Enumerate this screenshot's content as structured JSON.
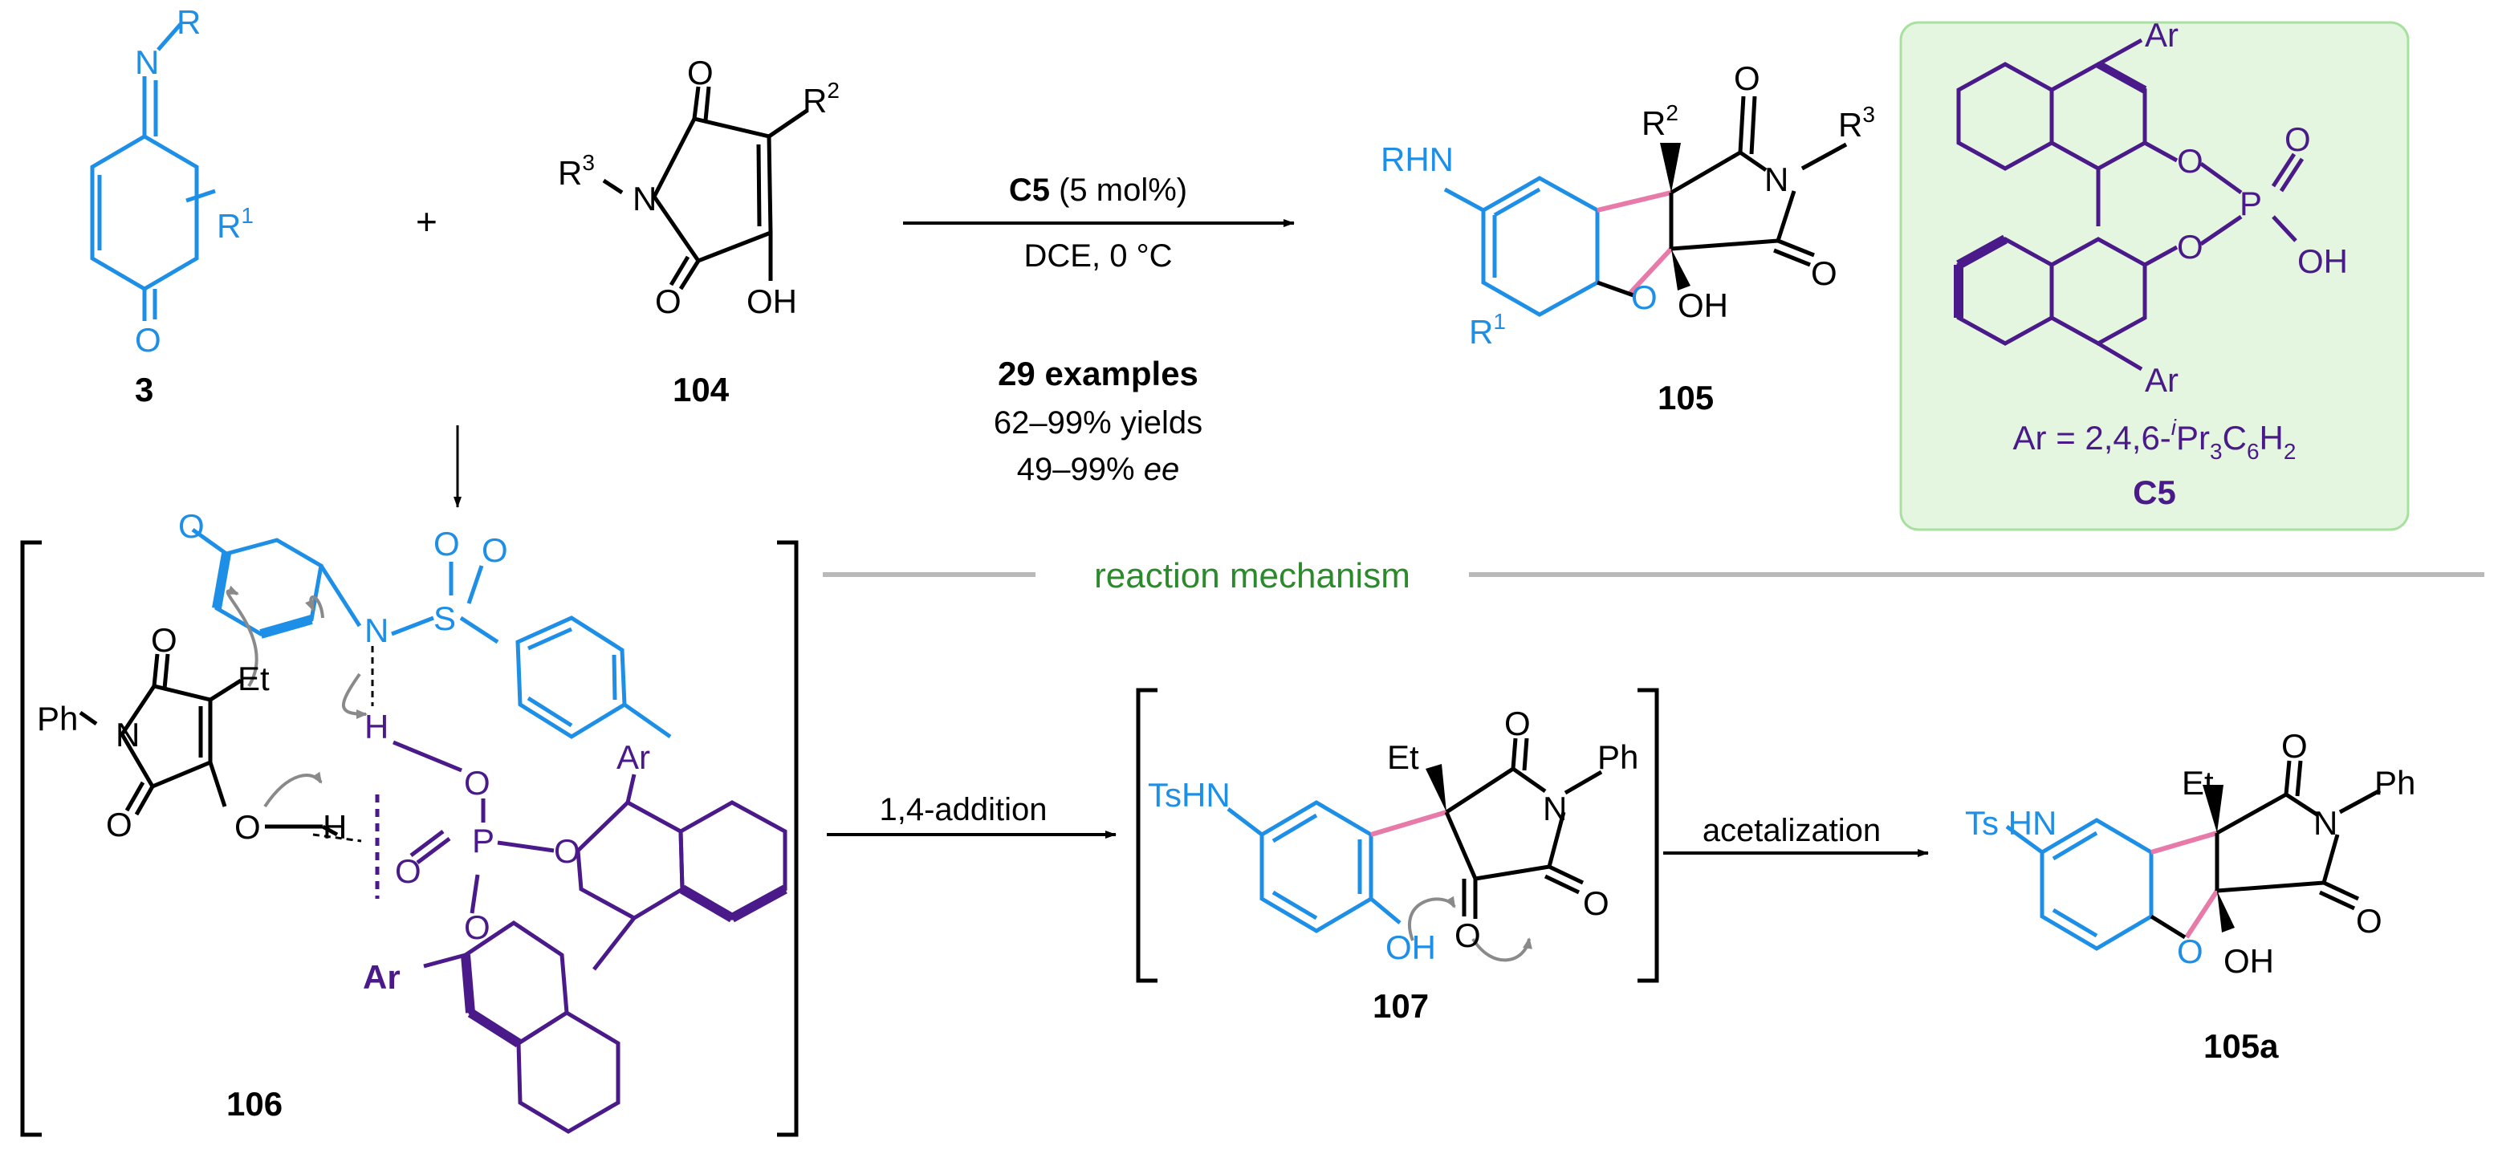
{
  "colors": {
    "black": "#000000",
    "blue": "#1e8fe6",
    "purple": "#4b1a8a",
    "pink": "#e87aaa",
    "green": "#2b8a2b",
    "gray": "#8a8a8a",
    "catalyst_box_fill": "#e4f6df",
    "catalyst_box_stroke": "#a8e0a0",
    "divider": "#b9b9b9"
  },
  "compound_3": {
    "label": "3",
    "imine_R": "R",
    "imine_N": "N",
    "oxygen": "O",
    "substituent": "R",
    "substituent_sup": "1"
  },
  "plus": "+",
  "compound_104": {
    "label": "104",
    "n_sub": "R",
    "n_sub_sup": "3",
    "n_atom": "N",
    "top_O": "O",
    "bottom_O": "O",
    "c_sub": "R",
    "c_sub_sup": "2",
    "oh": "OH"
  },
  "conditions": {
    "catalyst": "C5",
    "loading": "(5 mol%)",
    "solvent": "DCE, 0 °C",
    "examples": "29 examples",
    "yields": "62–99% yields",
    "ee_range": "49–99% ",
    "ee_italic": "ee"
  },
  "compound_105": {
    "label": "105",
    "rhn": "RHN",
    "r2": "R",
    "r2_sup": "2",
    "top_O": "O",
    "n_atom": "N",
    "r3": "R",
    "r3_sup": "3",
    "right_O": "O",
    "ring_O": "O",
    "oh": "OH",
    "r1": "R",
    "r1_sup": "1"
  },
  "catalyst_C5": {
    "label": "C5",
    "ar_top": "Ar",
    "ar_bottom": "Ar",
    "o1": "O",
    "o2": "O",
    "p": "P",
    "po": "O",
    "oh": "OH",
    "ar_def_prefix": "Ar = 2,4,6-",
    "ar_def_i": "i",
    "ar_def_pr": "Pr",
    "ar_def_3": "3",
    "ar_def_c": "C",
    "ar_def_6": "6",
    "ar_def_h": "H",
    "ar_def_2": "2"
  },
  "mechanism_title": "reaction mechanism",
  "intermediate_106": {
    "label": "106",
    "ph": "Ph",
    "n_atom": "N",
    "et": "Et",
    "o_top": "O",
    "o_bottom": "O",
    "o_h": "O",
    "h1": "H",
    "quinone_O": "O",
    "imine_N": "N",
    "h2": "H",
    "s_atom": "S",
    "so_o1": "O",
    "so_o2": "O",
    "p_o_top": "O",
    "p_atom": "P",
    "p_eq_o": "O",
    "p_o_right": "O",
    "p_o_bottom": "O",
    "ar_top": "Ar",
    "ar_bottom": "Ar"
  },
  "step_1": "1,4-addition",
  "intermediate_107": {
    "label": "107",
    "tshn": "TsHN",
    "et": "Et",
    "o_top": "O",
    "n_atom": "N",
    "ph": "Ph",
    "o_right": "O",
    "o_ketone": "O",
    "oh": "OH"
  },
  "step_2": "acetalization",
  "product_105a": {
    "label": "105a",
    "ts": "Ts",
    "hn": "HN",
    "et": "Et",
    "o_top": "O",
    "n_atom": "N",
    "ph": "Ph",
    "o_right": "O",
    "ring_O": "O",
    "oh": "OH"
  }
}
